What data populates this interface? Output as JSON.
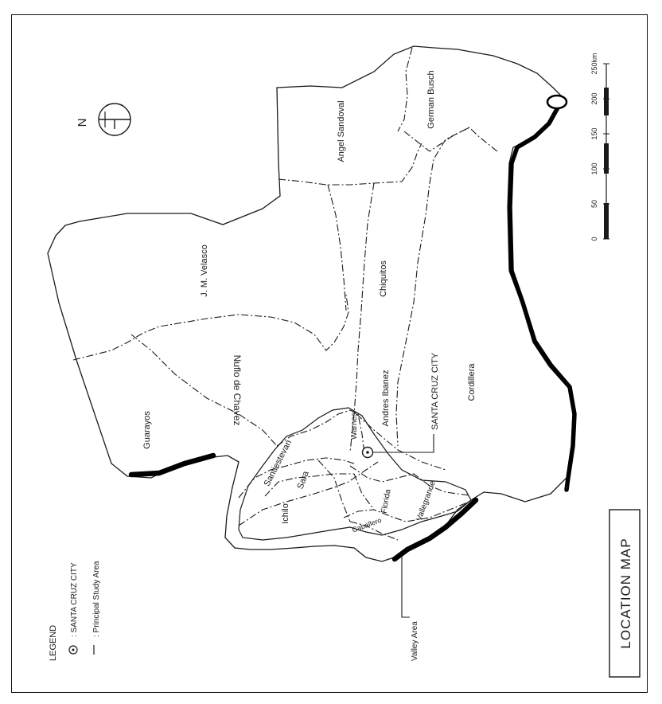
{
  "colors": {
    "ink": "#1a1a1a",
    "coast": "#000000",
    "paper": "#ffffff"
  },
  "legend": {
    "title": "LEGEND",
    "items": [
      {
        "icon": "city-point-icon",
        "text": ": SANTA CRUZ CITY"
      },
      {
        "icon": "study-area-icon",
        "text": ": Principal Study Area"
      }
    ]
  },
  "north_arrow": {
    "label": "N"
  },
  "title_box": {
    "text": "LOCATION MAP"
  },
  "scale_bar": {
    "ticks": [
      "0",
      "50",
      "100",
      "150",
      "200",
      "250km"
    ]
  },
  "city_callout": {
    "text": "SANTA CRUZ CITY"
  },
  "valley_callout": {
    "text": "Valley Area"
  },
  "provinces": [
    {
      "id": "guarayos",
      "label": "Guarayos"
    },
    {
      "id": "jm-velasco",
      "label": "J. M. Velasco"
    },
    {
      "id": "nuflo-de-chavez",
      "label": "Nuflo de Chavez"
    },
    {
      "id": "angel-sandoval",
      "label": "Angel Sandoval"
    },
    {
      "id": "german-busch",
      "label": "German Busch"
    },
    {
      "id": "chiquitos",
      "label": "Chiquitos"
    },
    {
      "id": "andres-ibanez",
      "label": "Andres Ibanez"
    },
    {
      "id": "cordillera",
      "label": "Cordillera"
    },
    {
      "id": "warnes",
      "label": "Warnes"
    },
    {
      "id": "santistevan",
      "label": "Santiestevan"
    },
    {
      "id": "sara",
      "label": "Sara"
    },
    {
      "id": "ichilo",
      "label": "Ichilo"
    },
    {
      "id": "florida",
      "label": "Florida"
    },
    {
      "id": "vallegrande",
      "label": "Vallegrande"
    },
    {
      "id": "caballero",
      "label": "Caballero"
    }
  ]
}
